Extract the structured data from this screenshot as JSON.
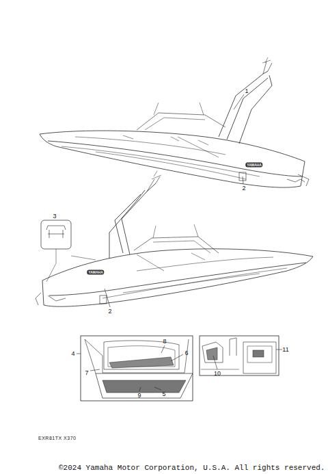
{
  "diagram": {
    "labels": [
      "1",
      "2",
      "2",
      "3",
      "4",
      "5",
      "6",
      "7",
      "8",
      "9",
      "10",
      "11",
      "YAMAHA",
      "YAMAHA",
      "EXR81TX X370",
      "©2024 Yamaha Motor Corporation, U.S.A. All rights reserved."
    ]
  }
}
